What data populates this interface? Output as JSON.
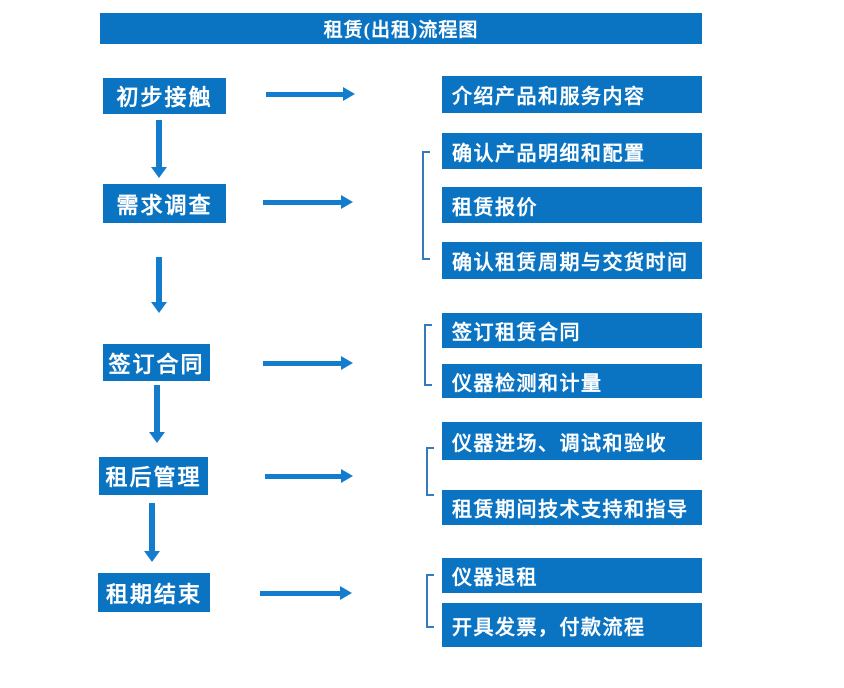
{
  "title": "租赁(出租)流程图",
  "colors": {
    "box_blue": "#0b74c2",
    "arrow_blue": "#147ccd",
    "bracket_blue": "#3579be",
    "text_white": "#ffffff"
  },
  "steps": [
    {
      "label": "初步接触",
      "details": [
        "介绍产品和服务内容"
      ]
    },
    {
      "label": "需求调查",
      "details": [
        "确认产品明细和配置",
        "租赁报价",
        "确认租赁周期与交货时间"
      ]
    },
    {
      "label": "签订合同",
      "details": [
        "签订租赁合同",
        "仪器检测和计量"
      ]
    },
    {
      "label": "租后管理",
      "details": [
        "仪器进场、调试和验收",
        "租赁期间技术支持和指导"
      ]
    },
    {
      "label": "租期结束",
      "details": [
        "仪器退租",
        "开具发票，付款流程"
      ]
    }
  ]
}
